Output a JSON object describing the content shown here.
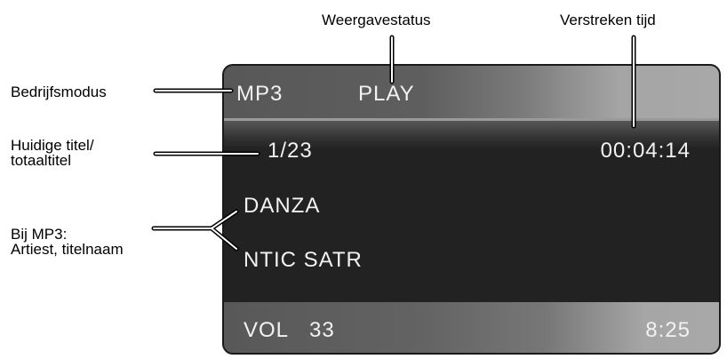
{
  "callouts": {
    "playback_status": "Weergavestatus",
    "elapsed_time": "Verstreken tijd",
    "operating_mode": "Bedrijfsmodus",
    "current_title_line1": "Huidige titel/",
    "current_title_line2": "totaaltitel",
    "mp3_info_line1": "Bij MP3:",
    "mp3_info_line2": "Artiest, titelnaam"
  },
  "screen": {
    "mode": "MP3",
    "status": "PLAY",
    "track": "1/23",
    "elapsed": "00:04:14",
    "artist": "DANZA",
    "title": "NTIC SATR",
    "volume_label": "VOL",
    "volume_value": "33",
    "clock": "8:25"
  },
  "colors": {
    "screen_bg": "#222222",
    "bar_dark": "#585858",
    "bar_light": "#a8a8a8",
    "text": "#f2f2f2"
  }
}
